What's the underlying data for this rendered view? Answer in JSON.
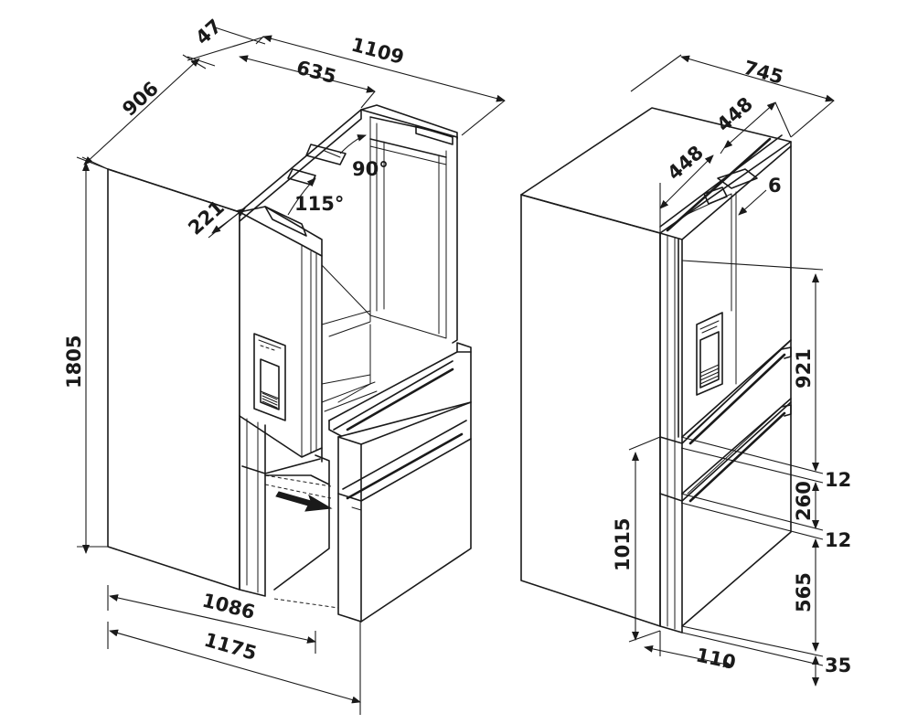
{
  "labels": {
    "l906": "906",
    "l47": "47",
    "l635": "635",
    "l1109": "1109",
    "l90deg": "90°",
    "l115deg": "115°",
    "l221": "221",
    "l1805": "1805",
    "l1086": "1086",
    "l1175": "1175",
    "l745": "745",
    "l448a": "448",
    "l448b": "448",
    "l6": "6",
    "l921": "921",
    "l12a": "12",
    "l260": "260",
    "l12b": "12",
    "l1015": "1015",
    "l565": "565",
    "l110": "110",
    "l35": "35"
  }
}
